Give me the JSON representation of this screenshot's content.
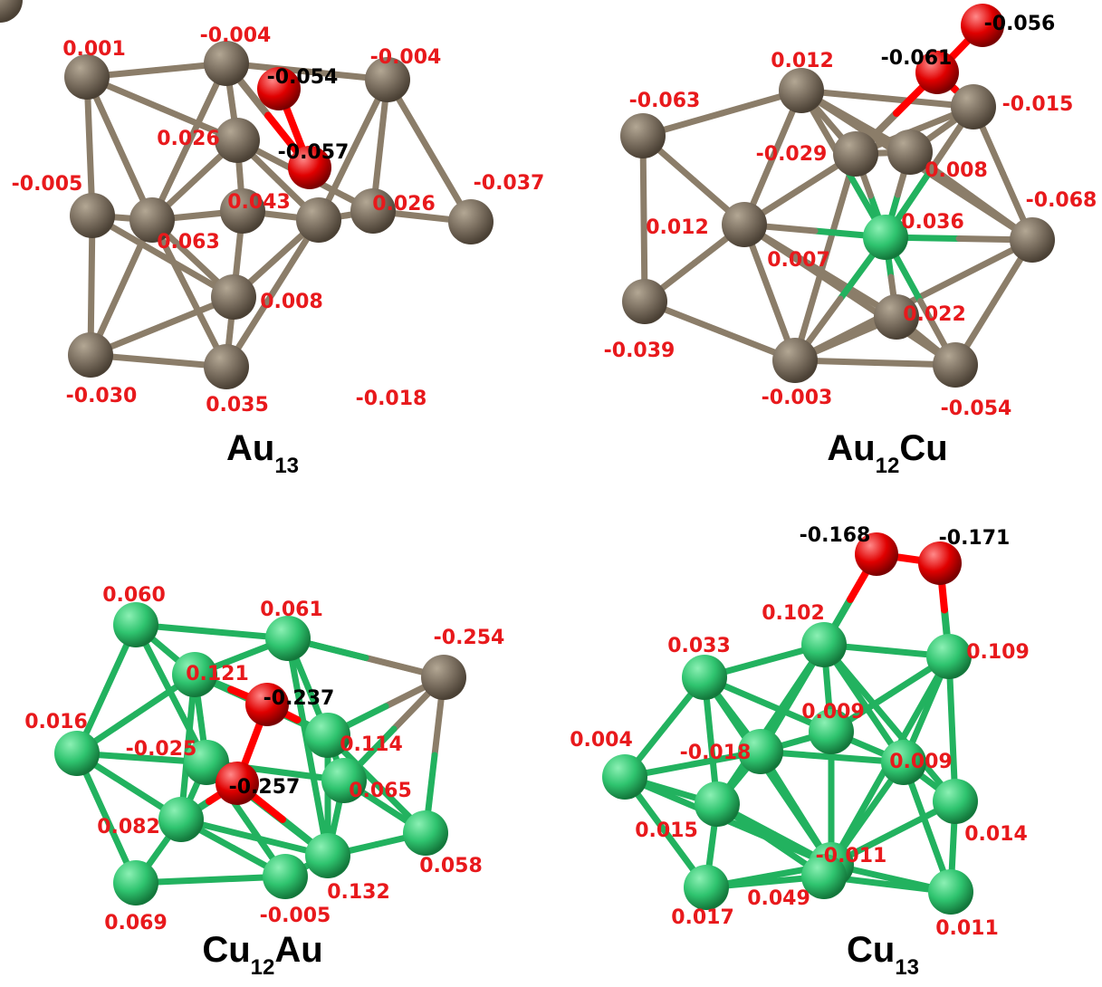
{
  "colors": {
    "au": "#7a6e5f",
    "cu": "#2fc46f",
    "o": "#e00000",
    "charge_label": "#e8191c",
    "o_label": "#000000",
    "au_bond": "#8b7d69",
    "cu_bond": "#22b25f",
    "o_bond": "#ff0000"
  },
  "panels": [
    {
      "id": "au13",
      "caption": {
        "main": "Au",
        "sub": "13",
        "main2": ""
      },
      "atoms": [
        {
          "el": "Au",
          "charge": "0.001"
        },
        {
          "el": "Au",
          "charge": "-0.004"
        },
        {
          "el": "Au",
          "charge": "-0.004"
        },
        {
          "el": "Au",
          "charge": "0.026"
        },
        {
          "el": "Au",
          "charge": "-0.005"
        },
        {
          "el": "Au",
          "charge": "0.063"
        },
        {
          "el": "Au",
          "charge": "0.043"
        },
        {
          "el": "Au",
          "charge": "0.026"
        },
        {
          "el": "Au",
          "charge": "-0.037"
        },
        {
          "el": "Au",
          "charge": "0.008"
        },
        {
          "el": "Au",
          "charge": "-0.030"
        },
        {
          "el": "Au",
          "charge": "0.035"
        },
        {
          "el": "Au",
          "charge": "-0.018"
        },
        {
          "el": "O",
          "charge": "-0.054"
        },
        {
          "el": "O",
          "charge": "-0.057"
        }
      ]
    },
    {
      "id": "au12cu",
      "caption": {
        "main": "Au",
        "sub": "12",
        "main2": "Cu"
      },
      "atoms": [
        {
          "el": "Au",
          "charge": "-0.063"
        },
        {
          "el": "Au",
          "charge": "0.012"
        },
        {
          "el": "Au",
          "charge": "-0.015"
        },
        {
          "el": "Au",
          "charge": "-0.029"
        },
        {
          "el": "Au",
          "charge": "0.008"
        },
        {
          "el": "Au",
          "charge": "-0.068"
        },
        {
          "el": "Au",
          "charge": "0.012"
        },
        {
          "el": "Cu",
          "charge": "0.036"
        },
        {
          "el": "Au",
          "charge": "0.007"
        },
        {
          "el": "Au",
          "charge": "0.022"
        },
        {
          "el": "Au",
          "charge": "-0.039"
        },
        {
          "el": "Au",
          "charge": "-0.003"
        },
        {
          "el": "Au",
          "charge": "-0.054"
        },
        {
          "el": "O",
          "charge": "-0.061"
        },
        {
          "el": "O",
          "charge": "-0.056"
        }
      ]
    },
    {
      "id": "cu12au",
      "caption": {
        "main": "Cu",
        "sub": "12",
        "main2": "Au"
      },
      "atoms": [
        {
          "el": "Cu",
          "charge": "0.060"
        },
        {
          "el": "Cu",
          "charge": "0.061"
        },
        {
          "el": "Au",
          "charge": "-0.254"
        },
        {
          "el": "Cu",
          "charge": "0.121"
        },
        {
          "el": "Cu",
          "charge": "0.016"
        },
        {
          "el": "Cu",
          "charge": "-0.025"
        },
        {
          "el": "Cu",
          "charge": "0.114"
        },
        {
          "el": "Cu",
          "charge": "0.065"
        },
        {
          "el": "Cu",
          "charge": "0.082"
        },
        {
          "el": "Cu",
          "charge": "0.058"
        },
        {
          "el": "Cu",
          "charge": "0.069"
        },
        {
          "el": "Cu",
          "charge": "-0.005"
        },
        {
          "el": "Cu",
          "charge": "0.132"
        },
        {
          "el": "O",
          "charge": "-0.237"
        },
        {
          "el": "O",
          "charge": "-0.257"
        }
      ]
    },
    {
      "id": "cu13",
      "caption": {
        "main": "Cu",
        "sub": "13",
        "main2": ""
      },
      "atoms": [
        {
          "el": "Cu",
          "charge": "0.102"
        },
        {
          "el": "Cu",
          "charge": "0.033"
        },
        {
          "el": "Cu",
          "charge": "0.109"
        },
        {
          "el": "Cu",
          "charge": "0.009"
        },
        {
          "el": "Cu",
          "charge": "0.004"
        },
        {
          "el": "Cu",
          "charge": "-0.018"
        },
        {
          "el": "Cu",
          "charge": "0.009"
        },
        {
          "el": "Cu",
          "charge": "0.015"
        },
        {
          "el": "Cu",
          "charge": "0.014"
        },
        {
          "el": "Cu",
          "charge": "-0.011"
        },
        {
          "el": "Cu",
          "charge": "0.017"
        },
        {
          "el": "Cu",
          "charge": "0.049"
        },
        {
          "el": "Cu",
          "charge": "0.011"
        },
        {
          "el": "O",
          "charge": "-0.168"
        },
        {
          "el": "O",
          "charge": "-0.171"
        }
      ]
    }
  ]
}
